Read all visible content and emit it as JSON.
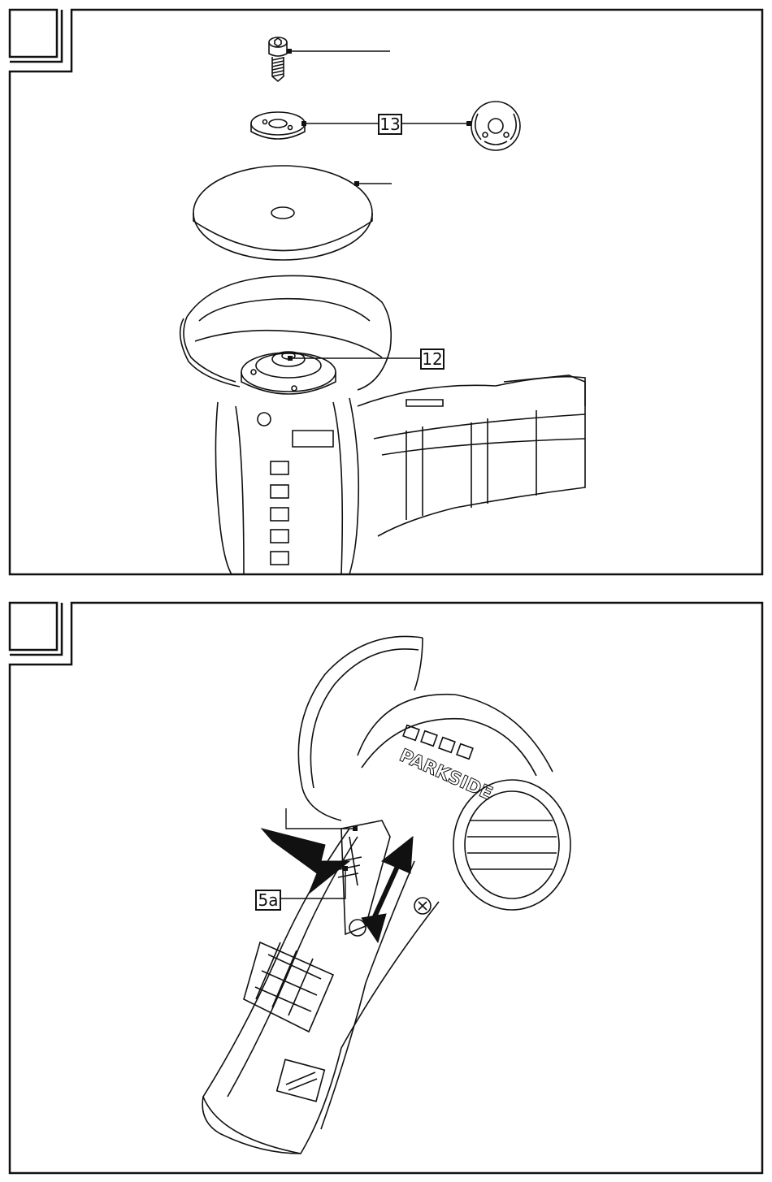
{
  "panel_1": {
    "callouts": {
      "clamp_nut": "13",
      "spindle": "12"
    }
  },
  "panel_2": {
    "callouts": {
      "lock_lever": "5a"
    },
    "brand_text": "PARKSIDE"
  },
  "colors": {
    "line": "#111111",
    "background": "#ffffff"
  }
}
